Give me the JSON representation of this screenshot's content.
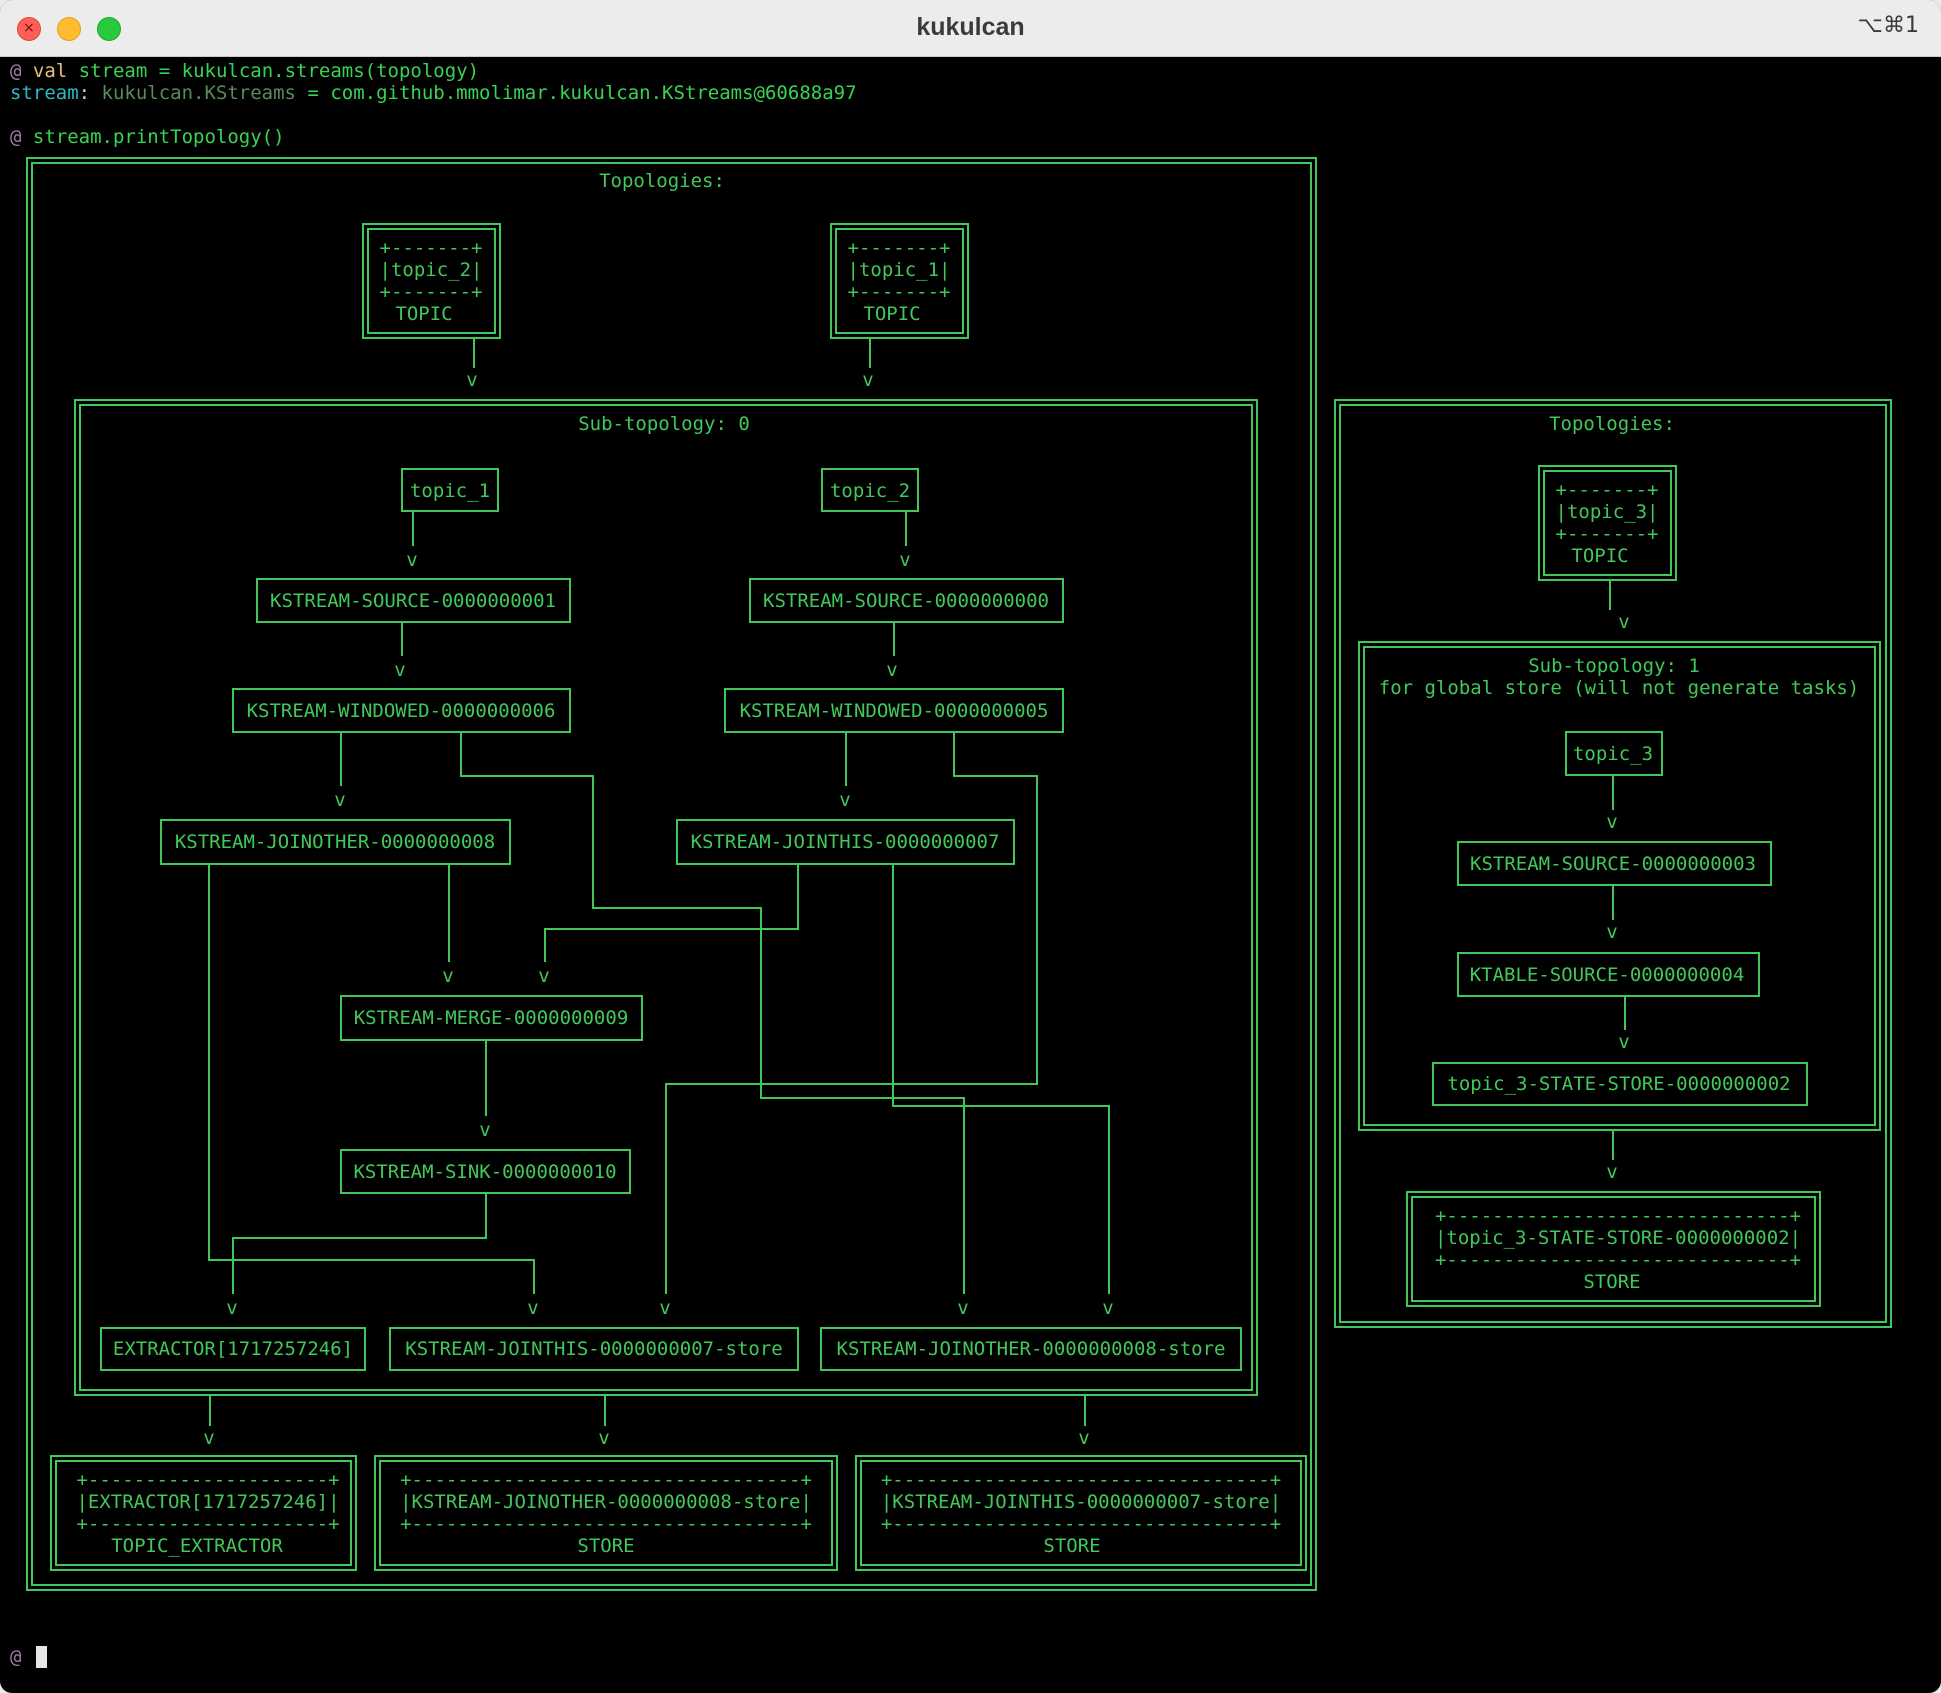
{
  "window": {
    "title": "kukulcan",
    "shortcut": "⌥⌘1"
  },
  "terminal": {
    "prompt": "@",
    "line1": {
      "keyword": "val",
      "rest": " stream = kukulcan.streams(topology)"
    },
    "line2": {
      "name": "stream",
      "colon": ":",
      "type": " kukulcan.KStreams",
      "value": " = com.github.mmolimar.kukulcan.KStreams@60688a97"
    },
    "line3": "stream.printTopology()"
  },
  "topology_main": {
    "title": "Topologies:",
    "source_topics": [
      {
        "ascii_top": "+-------+",
        "name": "|topic_2|",
        "ascii_bottom": "+-------+",
        "kind": "TOPIC"
      },
      {
        "ascii_top": "+-------+",
        "name": "|topic_1|",
        "ascii_bottom": "+-------+",
        "kind": "TOPIC"
      }
    ],
    "subtopology": {
      "title": "Sub-topology: 0",
      "nodes": {
        "topic_1": "topic_1",
        "topic_2": "topic_2",
        "source_1": "KSTREAM-SOURCE-0000000001",
        "source_0": "KSTREAM-SOURCE-0000000000",
        "windowed_6": "KSTREAM-WINDOWED-0000000006",
        "windowed_5": "KSTREAM-WINDOWED-0000000005",
        "joinother_8": "KSTREAM-JOINOTHER-0000000008",
        "jointhis_7": "KSTREAM-JOINTHIS-0000000007",
        "merge_9": "KSTREAM-MERGE-0000000009",
        "sink_10": "KSTREAM-SINK-0000000010",
        "extractor": "EXTRACTOR[1717257246]",
        "jointhis_store": "KSTREAM-JOINTHIS-0000000007-store",
        "joinother_store": "KSTREAM-JOINOTHER-0000000008-store"
      }
    },
    "outputs": [
      {
        "ascii_top": "+---------------------+",
        "name": "|EXTRACTOR[1717257246]|",
        "ascii_bottom": "+---------------------+",
        "kind": "TOPIC_EXTRACTOR"
      },
      {
        "ascii_top": "+----------------------------------+",
        "name": "|KSTREAM-JOINOTHER-0000000008-store|",
        "ascii_bottom": "+----------------------------------+",
        "kind": "STORE"
      },
      {
        "ascii_top": "+---------------------------------+",
        "name": "|KSTREAM-JOINTHIS-0000000007-store|",
        "ascii_bottom": "+---------------------------------+",
        "kind": "STORE"
      }
    ]
  },
  "topology_global": {
    "title": "Topologies:",
    "source_topic": {
      "ascii_top": "+-------+",
      "name": "|topic_3|",
      "ascii_bottom": "+-------+",
      "kind": "TOPIC"
    },
    "subtopology": {
      "title": "Sub-topology: 1",
      "subtitle": "for global store (will not generate tasks)",
      "nodes": {
        "topic_3": "topic_3",
        "source_3": "KSTREAM-SOURCE-0000000003",
        "ktable_4": "KTABLE-SOURCE-0000000004",
        "state_store_2": "topic_3-STATE-STORE-0000000002"
      }
    },
    "output": {
      "ascii_top": "+------------------------------+",
      "name": "|topic_3-STATE-STORE-0000000002|",
      "ascii_bottom": "+------------------------------+",
      "kind": "STORE"
    }
  },
  "arrow_glyph": "v",
  "colors": {
    "terminal_bg": "#000000",
    "diagram_green": "#42c85a",
    "prompt": "#9a7fb0",
    "keyword": "#e5c07b",
    "type_cyan": "#2fb7c7"
  }
}
